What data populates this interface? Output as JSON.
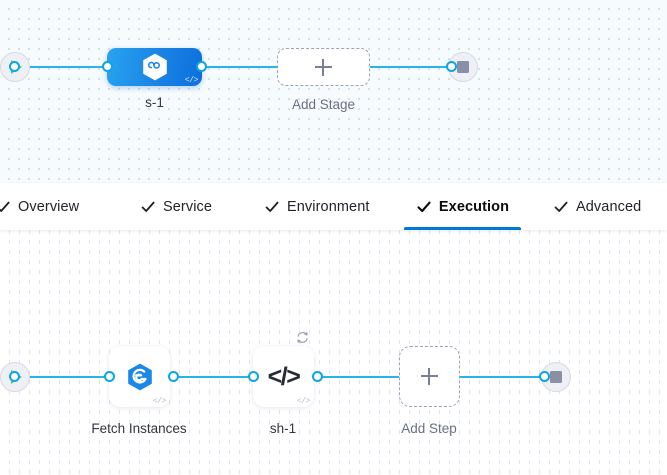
{
  "colors": {
    "connector": "#28b3ed",
    "port_border": "#0aa5e8",
    "stage_blue_start": "#29a3f0",
    "stage_blue_end": "#0d6fdd",
    "tab_active_underline": "#0278d5",
    "start_play": "#5fc77e",
    "stop_square": "#8a8fa8",
    "dashed_border": "#9ca1b7",
    "stage_canvas_bg": "#f6fbfe",
    "step_canvas_bg": "#fdfdff"
  },
  "stage_canvas": {
    "name": "stage-graph",
    "start_node": {
      "icon": "play-icon"
    },
    "end_node": {
      "icon": "stop-icon"
    },
    "stages": [
      {
        "label": "s-1",
        "icon": "hexagon-infinity-icon",
        "badge": "</>",
        "selected": true
      }
    ],
    "add_stage": {
      "label": "Add Stage",
      "icon": "plus-icon"
    }
  },
  "tabs": {
    "name": "stage-config-tabs",
    "items": [
      {
        "label": "Overview",
        "icon": "check-icon",
        "active": false
      },
      {
        "label": "Service",
        "icon": "check-icon",
        "active": false
      },
      {
        "label": "Environment",
        "icon": "check-icon",
        "active": false
      },
      {
        "label": "Execution",
        "icon": "check-icon",
        "active": true
      },
      {
        "label": "Advanced",
        "icon": "check-icon",
        "active": false
      }
    ]
  },
  "step_canvas": {
    "name": "execution-graph",
    "start_node": {
      "icon": "play-icon"
    },
    "end_node": {
      "icon": "stop-icon"
    },
    "steps": [
      {
        "label": "Fetch Instances",
        "icon": "harness-hexagon-icon",
        "badge": "</>",
        "retry": false
      },
      {
        "label": "sh-1",
        "icon": "shell-script-code-icon",
        "glyph": "</>",
        "badge": "</>",
        "retry": true,
        "retry_icon": "retry-loop-icon"
      }
    ],
    "add_step": {
      "label": "Add Step",
      "icon": "plus-icon"
    }
  }
}
